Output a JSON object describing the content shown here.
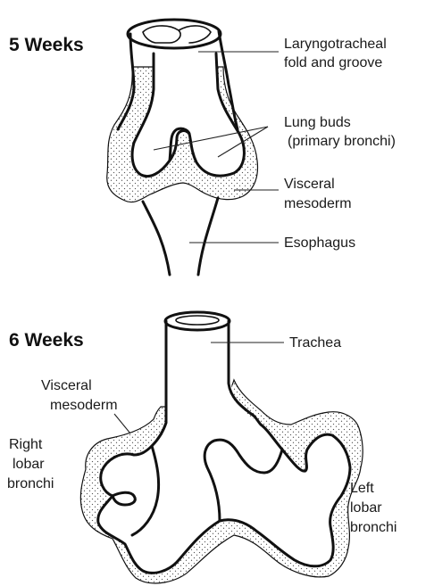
{
  "stages": [
    {
      "title": "5 Weeks",
      "labels": [
        {
          "lines": [
            "Laryngotracheal",
            "fold and groove"
          ]
        },
        {
          "lines": [
            "Lung buds",
            "(primary bronchi)"
          ]
        },
        {
          "lines": [
            "Visceral",
            "mesoderm"
          ]
        },
        {
          "lines": [
            "Esophagus"
          ]
        }
      ]
    },
    {
      "title": "6 Weeks",
      "labels": [
        {
          "lines": [
            "Trachea"
          ]
        },
        {
          "lines": [
            "Visceral",
            "mesoderm"
          ]
        },
        {
          "lines": [
            "Right",
            "lobar",
            "bronchi"
          ]
        },
        {
          "lines": [
            "Left",
            "lobar",
            "bronchi"
          ]
        }
      ]
    }
  ]
}
